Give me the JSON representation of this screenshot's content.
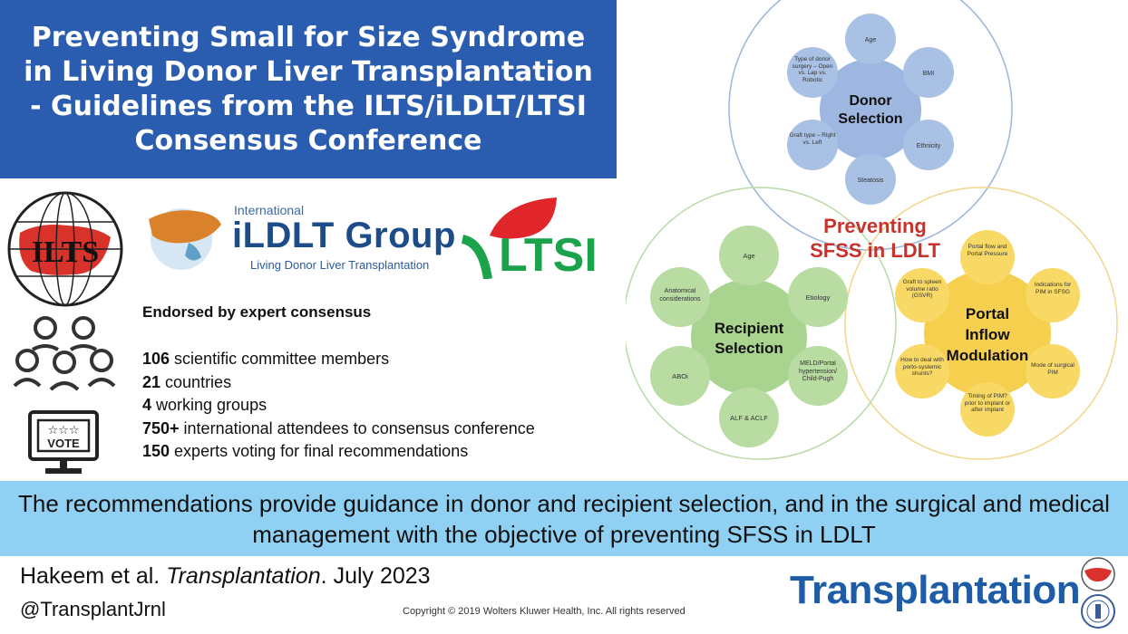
{
  "title": "Preventing Small for Size Syndrome in Living Donor Liver Transplantation - Guidelines from the ILTS/iLDLT/LTSI Consensus Conference",
  "logos": {
    "ilts": "ILTS",
    "ildlt_international": "International",
    "ildlt_name": "iLDLT Group",
    "ildlt_sub": "Living Donor Liver Transplantation",
    "ltsi": "LTSI",
    "vote": "VOTE"
  },
  "stats": {
    "heading": "Endorsed by expert consensus",
    "items": [
      {
        "num": "106",
        "text": " scientific committee members"
      },
      {
        "num": "21",
        "text": " countries"
      },
      {
        "num": "4",
        "text": " working groups"
      },
      {
        "num": "750+",
        "text": " international attendees to consensus conference"
      },
      {
        "num": "150",
        "text": " experts voting for final recommendations"
      }
    ]
  },
  "diagram": {
    "center_line1": "Preventing",
    "center_line2": "SFSS in LDLT",
    "donor": {
      "title1": "Donor",
      "title2": "Selection",
      "petals": [
        "Age",
        "BMI",
        "Ethnicity",
        "Steatosis",
        "Graft type – Right vs. Left",
        "Type of donor surgery – Open vs. Lap vs. Robotic"
      ]
    },
    "recipient": {
      "title1": "Recipient",
      "title2": "Selection",
      "petals": [
        "Age",
        "Etiology",
        "MELD/Portal hypertension/ Child-Pugh",
        "ALF & ACLF",
        "ABOi",
        "Anatomical considerations"
      ]
    },
    "portal": {
      "title1": "Portal",
      "title2": "Inflow",
      "title3": "Modulation",
      "petals": [
        "Portal flow and Portal Pressure",
        "Indications for PIM in SFSG",
        "Mode of surgical PIM",
        "Timing of PIM? prior to implant or after implant",
        "How to deal with porto-systemic shunts?",
        "Graft to spleen volume ratio (GSVR)"
      ]
    }
  },
  "banner": "The recommendations provide guidance in donor and recipient selection, and in the surgical and medical management with the objective of preventing SFSS in LDLT",
  "footer": {
    "citation_authors": "Hakeem et al. ",
    "citation_journal": "Transplantation",
    "citation_date": ". July 2023",
    "handle": "@TransplantJrnl",
    "copyright": "Copyright © 2019 Wolters Kluwer Health, Inc. All rights reserved",
    "journal_logo": "Transplantation"
  },
  "colors": {
    "title_bg": "#2a5db0",
    "banner_bg": "#8fd0f3",
    "donor": "#9db7e0",
    "recipient": "#a9d48f",
    "portal": "#f7cf4e",
    "center_text": "#c8322b"
  }
}
